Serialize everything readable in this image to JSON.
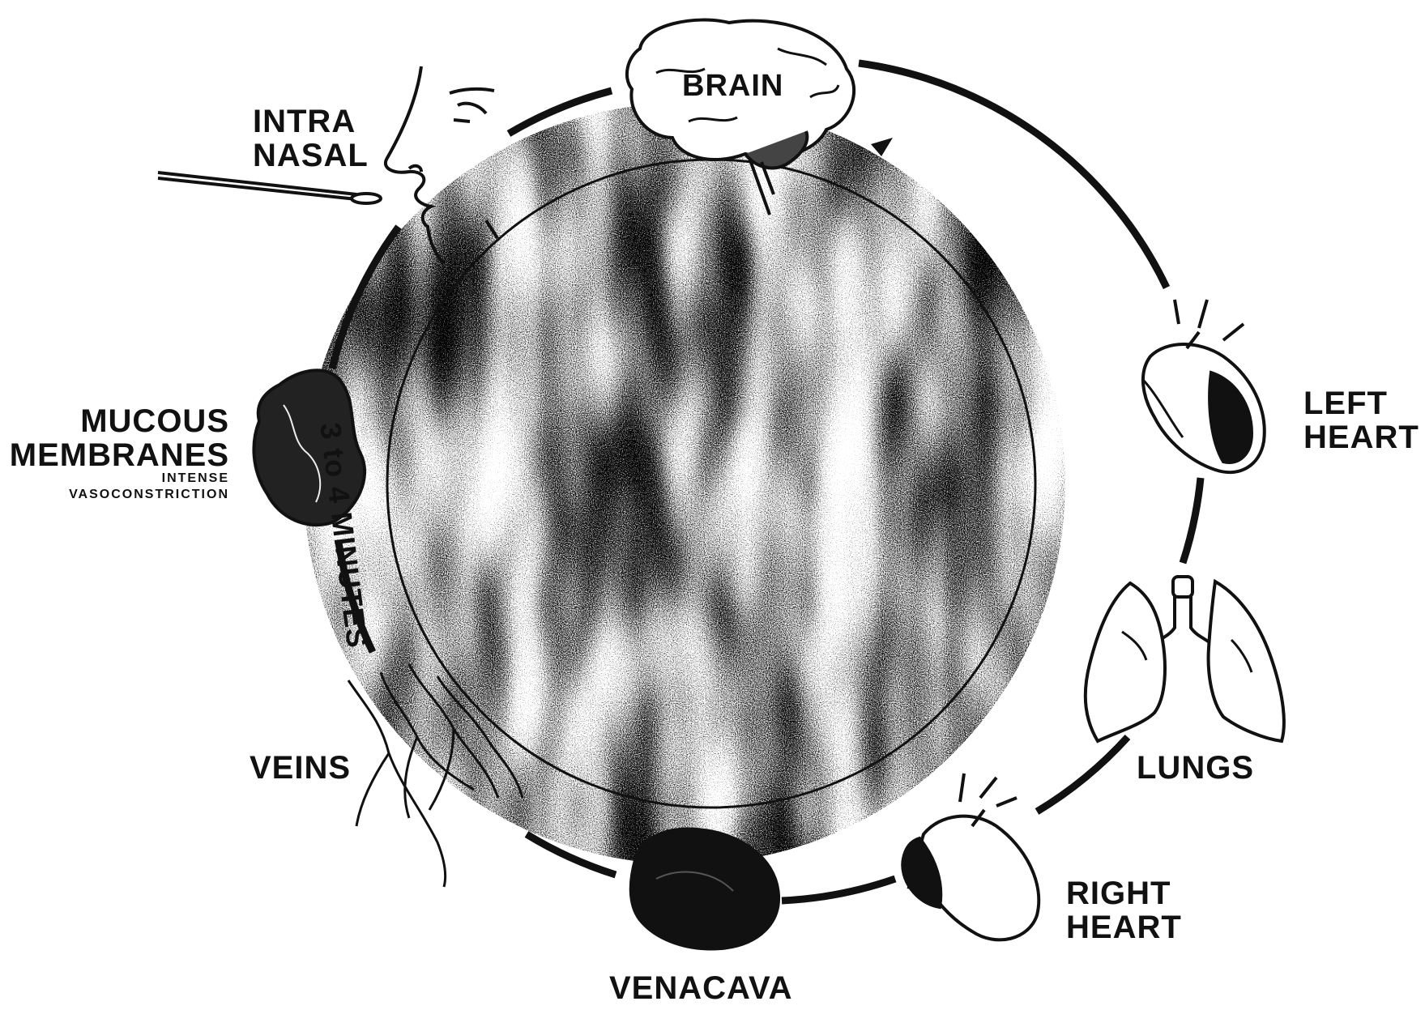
{
  "labels": {
    "brain": "BRAIN",
    "intra_nasal_line1": "INTRA",
    "intra_nasal_line2": "NASAL",
    "mucous_line1": "MUCOUS",
    "mucous_line2": "MEMBRANES",
    "mucous_note1": "INTENSE",
    "mucous_note2": "VASOCONSTRICTION",
    "veins": "VEINS",
    "venacava": "VENACAVA",
    "right_heart_line1": "RIGHT",
    "right_heart_line2": "HEART",
    "lungs": "LUNGS",
    "left_heart_line1": "LEFT",
    "left_heart_line2": "HEART",
    "duration": "3 to 4 MINUTES"
  },
  "icons": [
    "brain-icon",
    "face-profile-icon",
    "swab-icon",
    "mucous-membrane-icon",
    "veins-icon",
    "venacava-icon",
    "right-heart-icon",
    "lungs-icon",
    "left-heart-icon",
    "flow-arrow-icon"
  ],
  "colors": {
    "ink": "#111111",
    "paper": "#ffffff",
    "stipple": "#8a8a8a"
  }
}
